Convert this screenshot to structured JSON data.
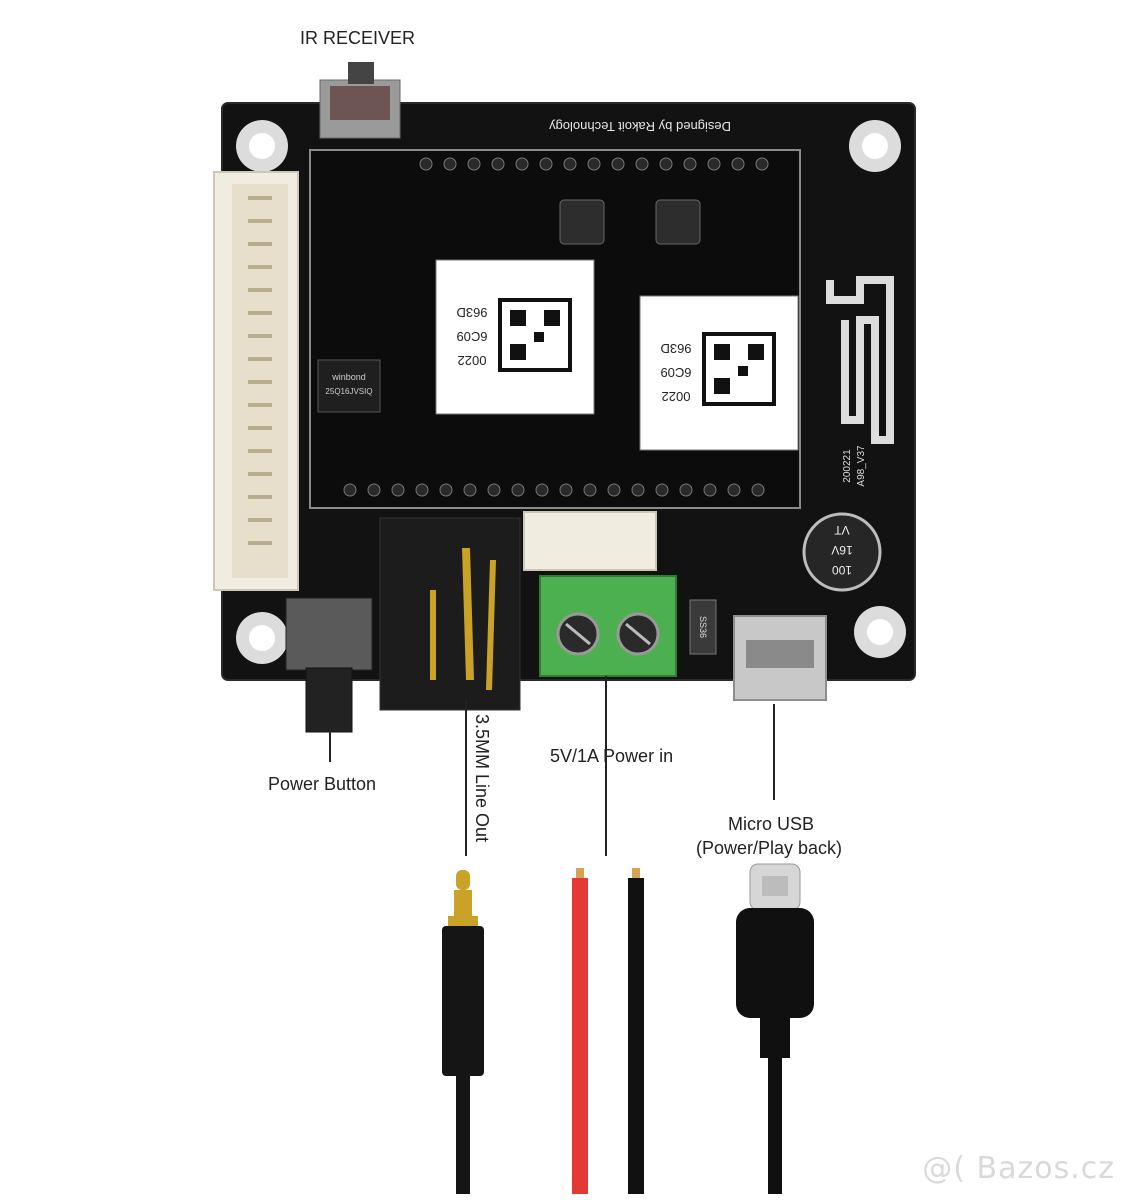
{
  "labels": {
    "ir_receiver": "IR RECEIVER",
    "power_button": "Power Button",
    "line_out": "3.5MM Line Out",
    "power_in": "5V/1A Power in",
    "micro_usb_line1": "Micro USB",
    "micro_usb_line2": "(Power/Play back)"
  },
  "board_text": {
    "designer": "Designed by Rakoit Technology",
    "qr_code_left_1": "0022",
    "qr_code_left_2": "6C09",
    "qr_code_left_3": "963D",
    "chip": "winbond",
    "chip_part": "25Q16JVSIQ",
    "capacitor_1": "100",
    "capacitor_2": "16V",
    "capacitor_3": "VT",
    "diode": "SS36",
    "model": "A98_V37",
    "date": "200221"
  },
  "watermark": "@( Bazos.cz",
  "colors": {
    "pcb": "#111111",
    "terminal_block": "#4caf50",
    "wire_red": "#e53935",
    "wire_black": "#111111",
    "jack_gold": "#c9a227"
  }
}
